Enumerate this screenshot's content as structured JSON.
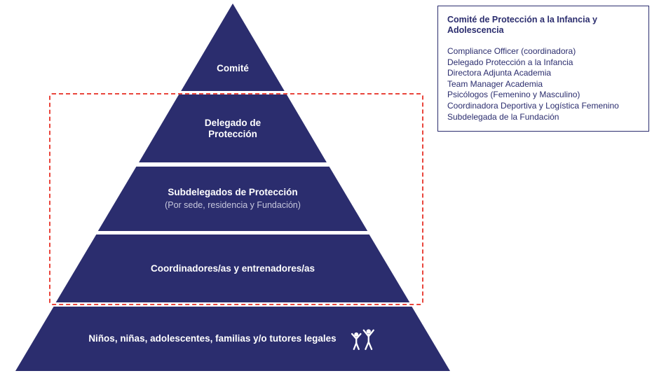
{
  "diagram": {
    "levels": [
      {
        "label": "Comité"
      },
      {
        "label": "Delegado de\nProtección"
      },
      {
        "label": "Subdelegados de Protección",
        "sublabel": "(Por sede, residencia y Fundación)"
      },
      {
        "label": "Coordinadores/as y entrenadores/as"
      },
      {
        "label": "Niños, niñas, adolescentes, familias y/o tutores legales"
      }
    ]
  },
  "committee": {
    "title": "Comité de Protección a la Infancia y Adolescencia",
    "members": [
      "Compliance Officer (coordinadora)",
      "Delegado Protección a la Infancia",
      "Directora Adjunta Academia",
      "Team Manager Academia",
      "Psicólogos (Femenino y Masculino)",
      "Coordinadora Deportiva y Logística Femenino",
      "Subdelegada de la Fundación"
    ]
  },
  "colors": {
    "navy": "#2b2d6e",
    "red": "#e9453c",
    "subtitle_text": "#c7c8dd",
    "white": "#ffffff"
  }
}
